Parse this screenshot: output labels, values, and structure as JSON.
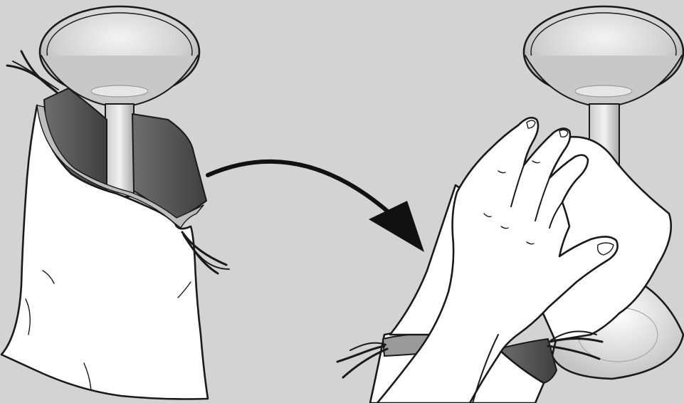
{
  "illustration": {
    "kind": "instruction-illustration",
    "colors": {
      "background": "#d3d3d3",
      "cloth": "#ffffff",
      "lining_dark": "#5a5a5a",
      "lining_mid": "#8c8c8c",
      "ink": "#1a1a1a"
    },
    "steps": [
      {
        "id": "step-1",
        "subject": "wine-glass-in-pouch",
        "icon": "wine-glass-icon"
      },
      {
        "id": "step-2",
        "subject": "hands-wrapping-cloth",
        "icon": "hand-icon"
      }
    ],
    "connector": {
      "icon": "curved-arrow-icon",
      "direction": "right"
    }
  }
}
